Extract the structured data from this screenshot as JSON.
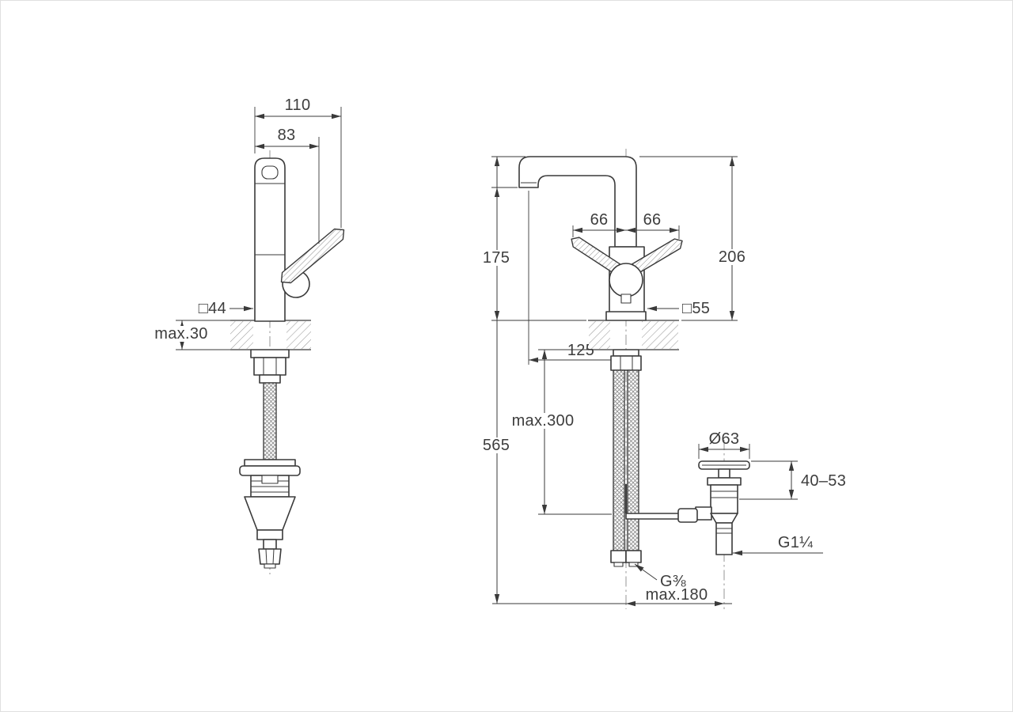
{
  "labels": {
    "side": {
      "depth_total": "110",
      "depth_body": "83",
      "base": "□44",
      "deck": "max.30"
    },
    "front": {
      "spout_height": "175",
      "handle_left": "66",
      "handle_right": "66",
      "height_total": "206",
      "base": "□55",
      "reach": "125",
      "under_deck": "max.300",
      "length_total": "565",
      "waste_flange": "Ø63",
      "waste_range": "40–53",
      "waste_thread": "G1¼",
      "supply_thread": "G⅜",
      "waste_offset": "max.180"
    }
  }
}
